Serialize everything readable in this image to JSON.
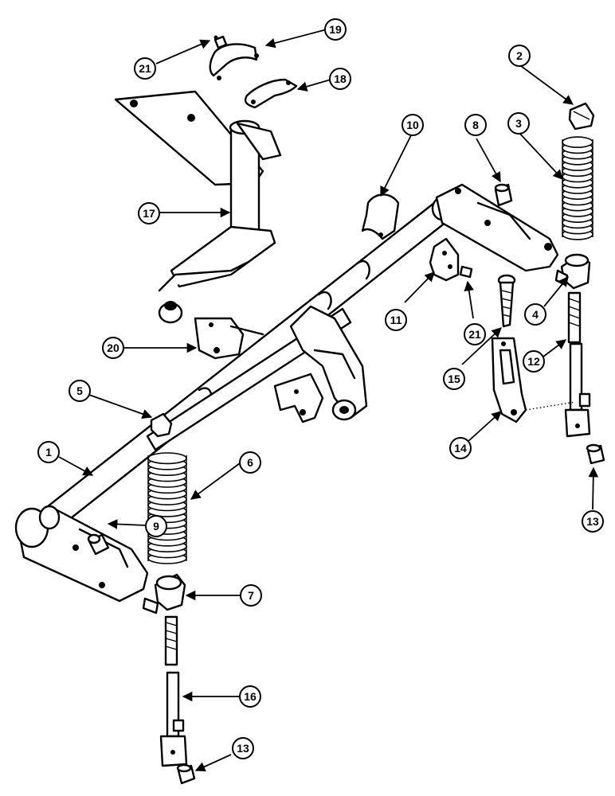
{
  "diagram": {
    "colors": {
      "ink": "#000000",
      "paper": "#ffffff"
    },
    "callouts": {
      "c1": "1",
      "c2": "2",
      "c3": "3",
      "c4": "4",
      "c5": "5",
      "c6": "6",
      "c7": "7",
      "c8": "8",
      "c9": "9",
      "c10": "10",
      "c11": "11",
      "c12": "12",
      "c13a": "13",
      "c13b": "13",
      "c14": "14",
      "c15": "15",
      "c16": "16",
      "c17": "17",
      "c18": "18",
      "c19": "19",
      "c20": "20",
      "c21a": "21",
      "c21b": "21"
    }
  }
}
